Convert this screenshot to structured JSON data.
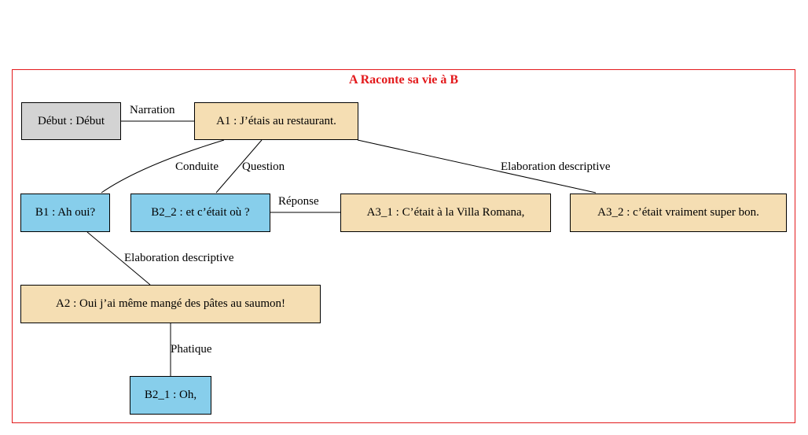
{
  "title": "A Raconte sa vie à B",
  "colors": {
    "frame": "#e31a1c",
    "title": "#e31a1c",
    "speaker_a": "#f5deb3",
    "speaker_b": "#87ceeb",
    "start": "#d3d3d3"
  },
  "nodes": {
    "debut": "Début : Début",
    "a1": "A1 : J’étais au restaurant.",
    "b1": "B1 : Ah oui?",
    "b2_2": "B2_2 : et c’était où ?",
    "a3_1": "A3_1 : C’était à la Villa Romana,",
    "a3_2": "A3_2 : c’était vraiment super bon.",
    "a2": "A2 : Oui j’ai même mangé des pâtes au saumon!",
    "b2_1": "B2_1 : Oh,"
  },
  "edges": {
    "narration": "Narration",
    "conduite": "Conduite",
    "question": "Question",
    "elaboration_a3_2": "Elaboration descriptive",
    "reponse": "Réponse",
    "elaboration_a2": "Elaboration descriptive",
    "phatique": "Phatique"
  }
}
